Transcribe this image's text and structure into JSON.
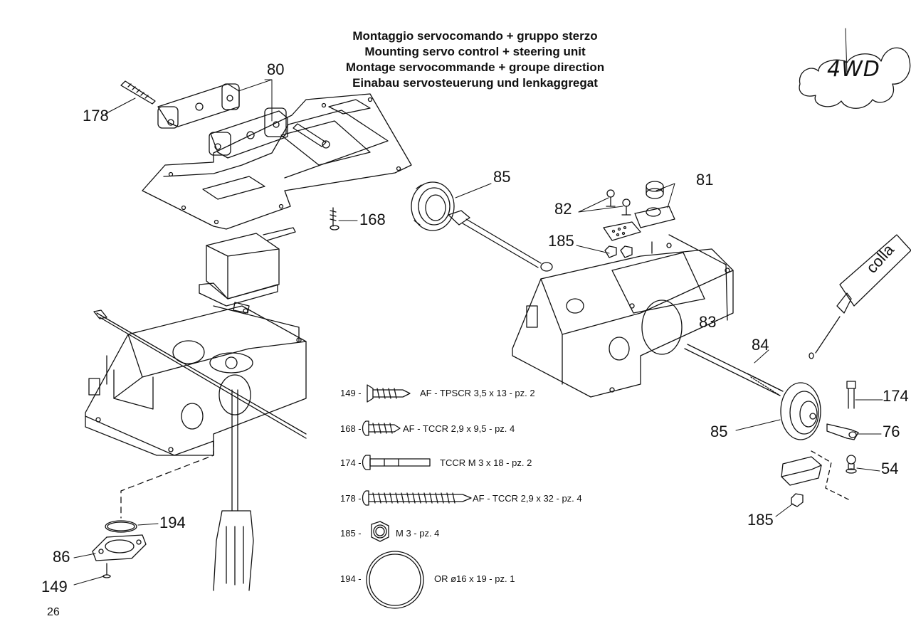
{
  "title": {
    "it": "Montaggio servocomando + gruppo sterzo",
    "en": "Mounting servo control + steering unit",
    "fr": "Montage servocommande + groupe direction",
    "de": "Einabau servosteuerung und lenkaggregat"
  },
  "logo": "4WD",
  "glue_label": "colla",
  "page_number": "26",
  "callouts": {
    "c80": "80",
    "c178": "178",
    "c168": "168",
    "c85a": "85",
    "c81": "81",
    "c82": "82",
    "c185a": "185",
    "c83": "83",
    "c84": "84",
    "c174": "174",
    "c85b": "85",
    "c76": "76",
    "c54": "54",
    "c185b": "185",
    "c194": "194",
    "c86": "86",
    "c149": "149"
  },
  "legend": [
    {
      "num": "149 -",
      "text": "AF - TPSCR 3,5 x 13 - pz. 2",
      "icon": "countersunk-screw-icon"
    },
    {
      "num": "168 -",
      "text": "AF - TCCR 2,9 x 9,5 - pz. 4",
      "icon": "pan-screw-icon"
    },
    {
      "num": "174 -",
      "text": "TCCR M 3 x 18 - pz. 2",
      "icon": "machine-screw-icon"
    },
    {
      "num": "178 -",
      "text": "AF - TCCR 2,9 x 32 - pz. 4",
      "icon": "long-screw-icon"
    },
    {
      "num": "185 -",
      "text": "M 3 - pz. 4",
      "icon": "hex-nut-icon"
    },
    {
      "num": "194 -",
      "text": "OR ø16 x 19 - pz. 1",
      "icon": "o-ring-icon"
    }
  ]
}
